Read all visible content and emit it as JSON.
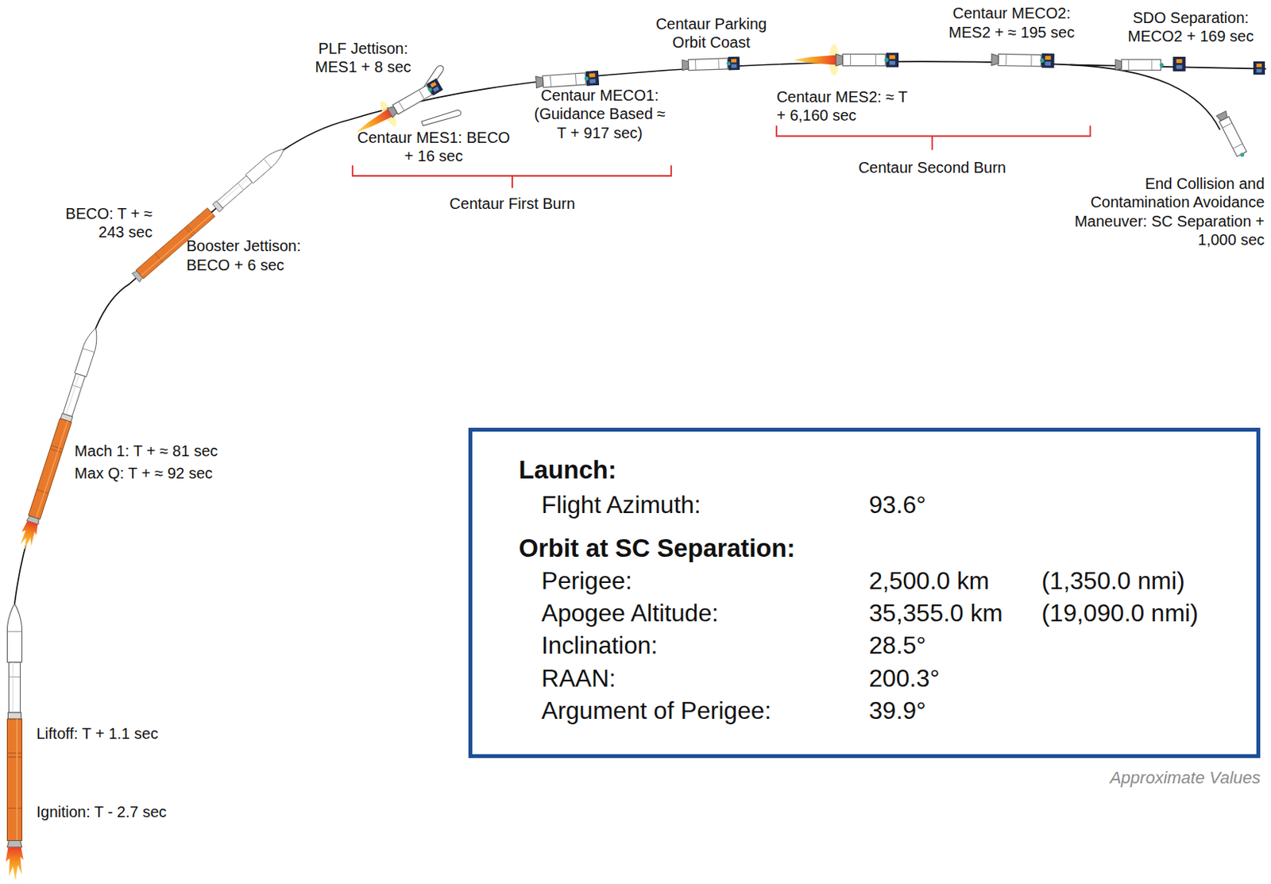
{
  "diagram": {
    "nodes": [
      {
        "text": [
          "Launch:",
          "Flight Azimuth:",
          "93.6°",
          "Orbit at SC Separation:",
          "Perigee:",
          "2,500.0 km",
          "(1,350.0 nmi)",
          "Apogee Altitude:",
          "35,355.0 km",
          "(19,090.0 nmi)",
          "Inclination:",
          "28.5°",
          "RAAN:",
          "200.3°",
          "Argument of Perigee:",
          "39.9°"
        ]
      }
    ],
    "labels": [
      "PLF Jettison: MES1 + 8 sec",
      "Centaur MES1: BECO + 16 sec",
      "Centaur MECO1: (Guidance Based ≈ T + 917 sec)",
      "Centaur First Burn",
      "Centaur Parking Orbit Coast",
      "Centaur MES2: ≈ T + 6,160 sec",
      "Centaur Second Burn",
      "Centaur MECO2: MES2 + ≈ 195 sec",
      "SDO Separation: MECO2 + 169 sec",
      "End Collision and Contamination Avoidance Maneuver: SC Separation + 1,000 sec",
      "BECO: T + ≈ 243 sec",
      "Booster Jettison: BECO + 6 sec",
      "Mach 1: T + ≈ 81 sec",
      "Max Q: T + ≈ 92 sec",
      "Liftoff: T + 1.1 sec",
      "Ignition: T - 2.7 sec",
      "Approximate Values"
    ]
  }
}
